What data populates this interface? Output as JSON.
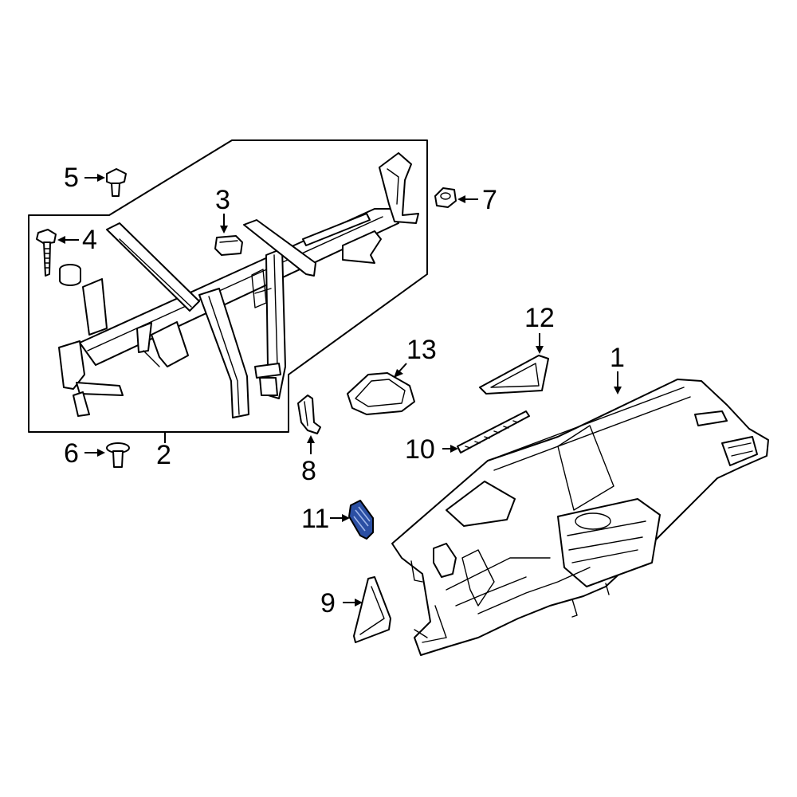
{
  "diagram": {
    "highlight_color": "#2b4fa3",
    "callouts": [
      {
        "id": "1",
        "label": "1"
      },
      {
        "id": "2",
        "label": "2"
      },
      {
        "id": "3",
        "label": "3"
      },
      {
        "id": "4",
        "label": "4"
      },
      {
        "id": "5",
        "label": "5"
      },
      {
        "id": "6",
        "label": "6"
      },
      {
        "id": "7",
        "label": "7"
      },
      {
        "id": "8",
        "label": "8"
      },
      {
        "id": "9",
        "label": "9"
      },
      {
        "id": "10",
        "label": "10"
      },
      {
        "id": "11",
        "label": "11"
      },
      {
        "id": "12",
        "label": "12"
      },
      {
        "id": "13",
        "label": "13"
      }
    ],
    "highlighted_part": "11"
  }
}
